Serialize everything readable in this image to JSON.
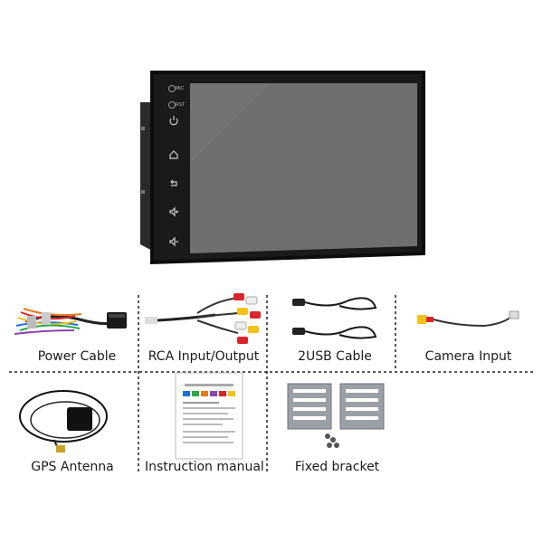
{
  "device": {
    "side_buttons": [
      {
        "label": "MIC",
        "icon": "mic-icon"
      },
      {
        "label": "RST",
        "icon": "reset-icon"
      },
      {
        "label": "",
        "icon": "power-icon"
      },
      {
        "label": "",
        "icon": "home-icon"
      },
      {
        "label": "",
        "icon": "back-icon"
      },
      {
        "label": "",
        "icon": "volume-up-icon"
      },
      {
        "label": "",
        "icon": "volume-down-icon"
      }
    ]
  },
  "accessories": {
    "power_cable": "Power Cable",
    "rca_cable": "RCA Input/Output",
    "usb_cable": "2USB Cable",
    "camera_input": "Camera  Input",
    "gps_antenna": "GPS Antenna",
    "manual": "Instruction manual",
    "bracket": "Fixed bracket"
  },
  "colors": {
    "screen": "#6f6f6f",
    "bezel": "#0d0d0d",
    "rca_red": "#d9262b",
    "rca_white": "#eeeeee",
    "rca_yellow": "#f2c21b",
    "bracket": "#9aa0a6"
  }
}
